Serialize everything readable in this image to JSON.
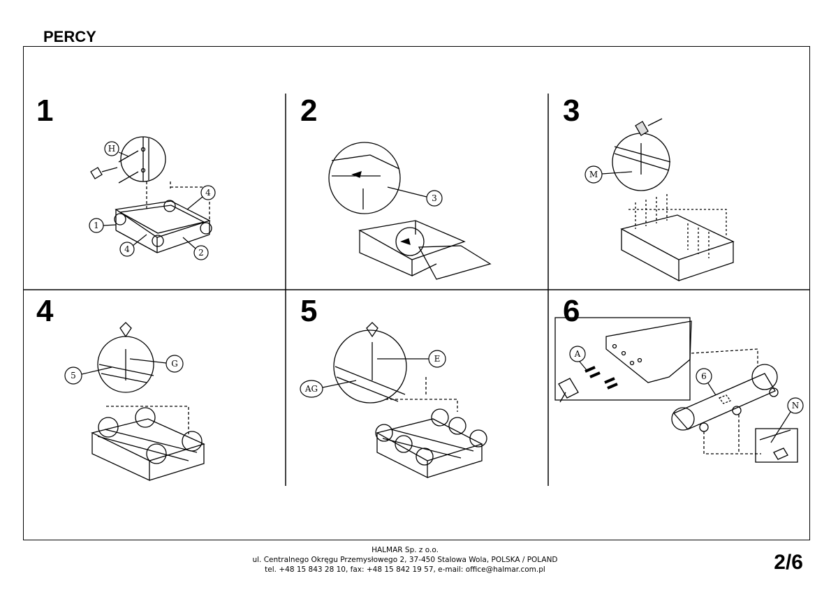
{
  "document": {
    "title": "PERCY",
    "page_number": "2/6"
  },
  "steps": [
    {
      "number": "1",
      "labels": [
        "H",
        "1",
        "4",
        "4",
        "2"
      ]
    },
    {
      "number": "2",
      "labels": [
        "3"
      ]
    },
    {
      "number": "3",
      "labels": [
        "M"
      ]
    },
    {
      "number": "4",
      "labels": [
        "5",
        "G"
      ]
    },
    {
      "number": "5",
      "labels": [
        "E",
        "AG"
      ]
    },
    {
      "number": "6",
      "labels": [
        "A",
        "6",
        "N"
      ]
    }
  ],
  "footer": {
    "company": "HALMAR Sp. z o.o.",
    "address": "ul. Centralnego Okręgu Przemysłowego 2, 37-450 Stalowa Wola, POLSKA / POLAND",
    "contact": "tel. +48 15 843 28 10, fax: +48 15 842 19 57, e-mail: office@halmar.com.pl"
  }
}
